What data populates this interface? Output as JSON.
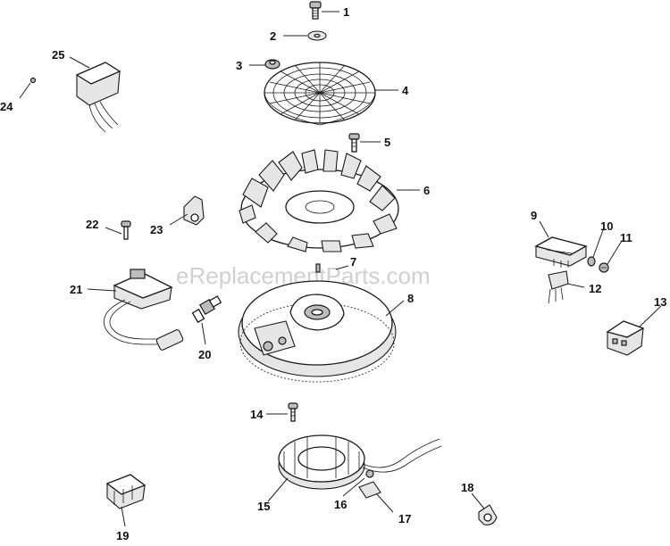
{
  "watermark": "eReplacementParts.com",
  "callouts": [
    {
      "id": "c1",
      "text": "1"
    },
    {
      "id": "c2",
      "text": "2"
    },
    {
      "id": "c3",
      "text": "3"
    },
    {
      "id": "c4",
      "text": "4"
    },
    {
      "id": "c5",
      "text": "5"
    },
    {
      "id": "c6",
      "text": "6"
    },
    {
      "id": "c7",
      "text": "7"
    },
    {
      "id": "c8",
      "text": "8"
    },
    {
      "id": "c9",
      "text": "9"
    },
    {
      "id": "c10",
      "text": "10"
    },
    {
      "id": "c11",
      "text": "11"
    },
    {
      "id": "c12",
      "text": "12"
    },
    {
      "id": "c13",
      "text": "13"
    },
    {
      "id": "c14",
      "text": "14"
    },
    {
      "id": "c15",
      "text": "15"
    },
    {
      "id": "c16",
      "text": "16"
    },
    {
      "id": "c17",
      "text": "17"
    },
    {
      "id": "c18",
      "text": "18"
    },
    {
      "id": "c19",
      "text": "19"
    },
    {
      "id": "c20",
      "text": "20"
    },
    {
      "id": "c21",
      "text": "21"
    },
    {
      "id": "c22",
      "text": "22"
    },
    {
      "id": "c23",
      "text": "23"
    },
    {
      "id": "c24",
      "text": "24"
    },
    {
      "id": "c25",
      "text": "25"
    }
  ]
}
